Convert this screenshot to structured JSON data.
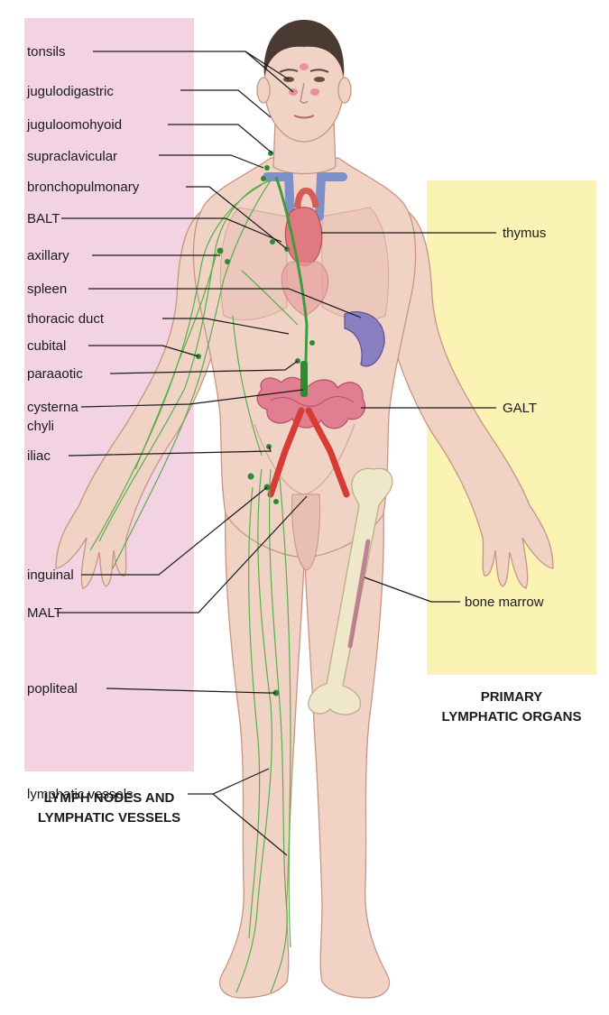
{
  "colors": {
    "lymph_panel": "#f3d3e1",
    "primary_panel": "#fbf3b4",
    "skin": "#f1d3c6",
    "lymph_vessel": "#55b04a",
    "lymph_node": "#2f8a32",
    "thymus": "#e07a80",
    "spleen": "#8a7fc0",
    "intestine": "#e27e92",
    "vein": "#7e90c8",
    "artery": "#d83a34",
    "bone": "#efe7c9",
    "marrow": "#b06a86"
  },
  "labels_left": [
    {
      "key": "tonsils",
      "text": "tonsils"
    },
    {
      "key": "jugulodigastric",
      "text": "jugulodigastric"
    },
    {
      "key": "juguloomohyoid",
      "text": "juguloomohyoid"
    },
    {
      "key": "supraclavicular",
      "text": "supraclavicular"
    },
    {
      "key": "bronchopulmonary",
      "text": "bronchopulmonary"
    },
    {
      "key": "balt",
      "text": "BALT"
    },
    {
      "key": "axillary",
      "text": "axillary"
    },
    {
      "key": "spleen",
      "text": "spleen"
    },
    {
      "key": "thoracic-duct",
      "text": "thoracic duct"
    },
    {
      "key": "cubital",
      "text": "cubital"
    },
    {
      "key": "paraaotic",
      "text": "paraaotic"
    },
    {
      "key": "cysterna",
      "text": "cysterna"
    },
    {
      "key": "chyli",
      "text": "chyli"
    },
    {
      "key": "iliac",
      "text": "iliac"
    },
    {
      "key": "inguinal",
      "text": "inguinal"
    },
    {
      "key": "malt",
      "text": "MALT"
    },
    {
      "key": "popliteal",
      "text": "popliteal"
    },
    {
      "key": "lymphatic-vessels",
      "text": "lymphatic vessels"
    }
  ],
  "labels_right": [
    {
      "key": "thymus",
      "text": "thymus"
    },
    {
      "key": "galt",
      "text": "GALT"
    },
    {
      "key": "bone-marrow",
      "text": "bone marrow"
    }
  ],
  "captions": {
    "primary": [
      "PRIMARY",
      "LYMPHATIC ORGANS"
    ],
    "secondary": [
      "LYMPH NODES AND",
      "LYMPHATIC VESSELS"
    ]
  }
}
